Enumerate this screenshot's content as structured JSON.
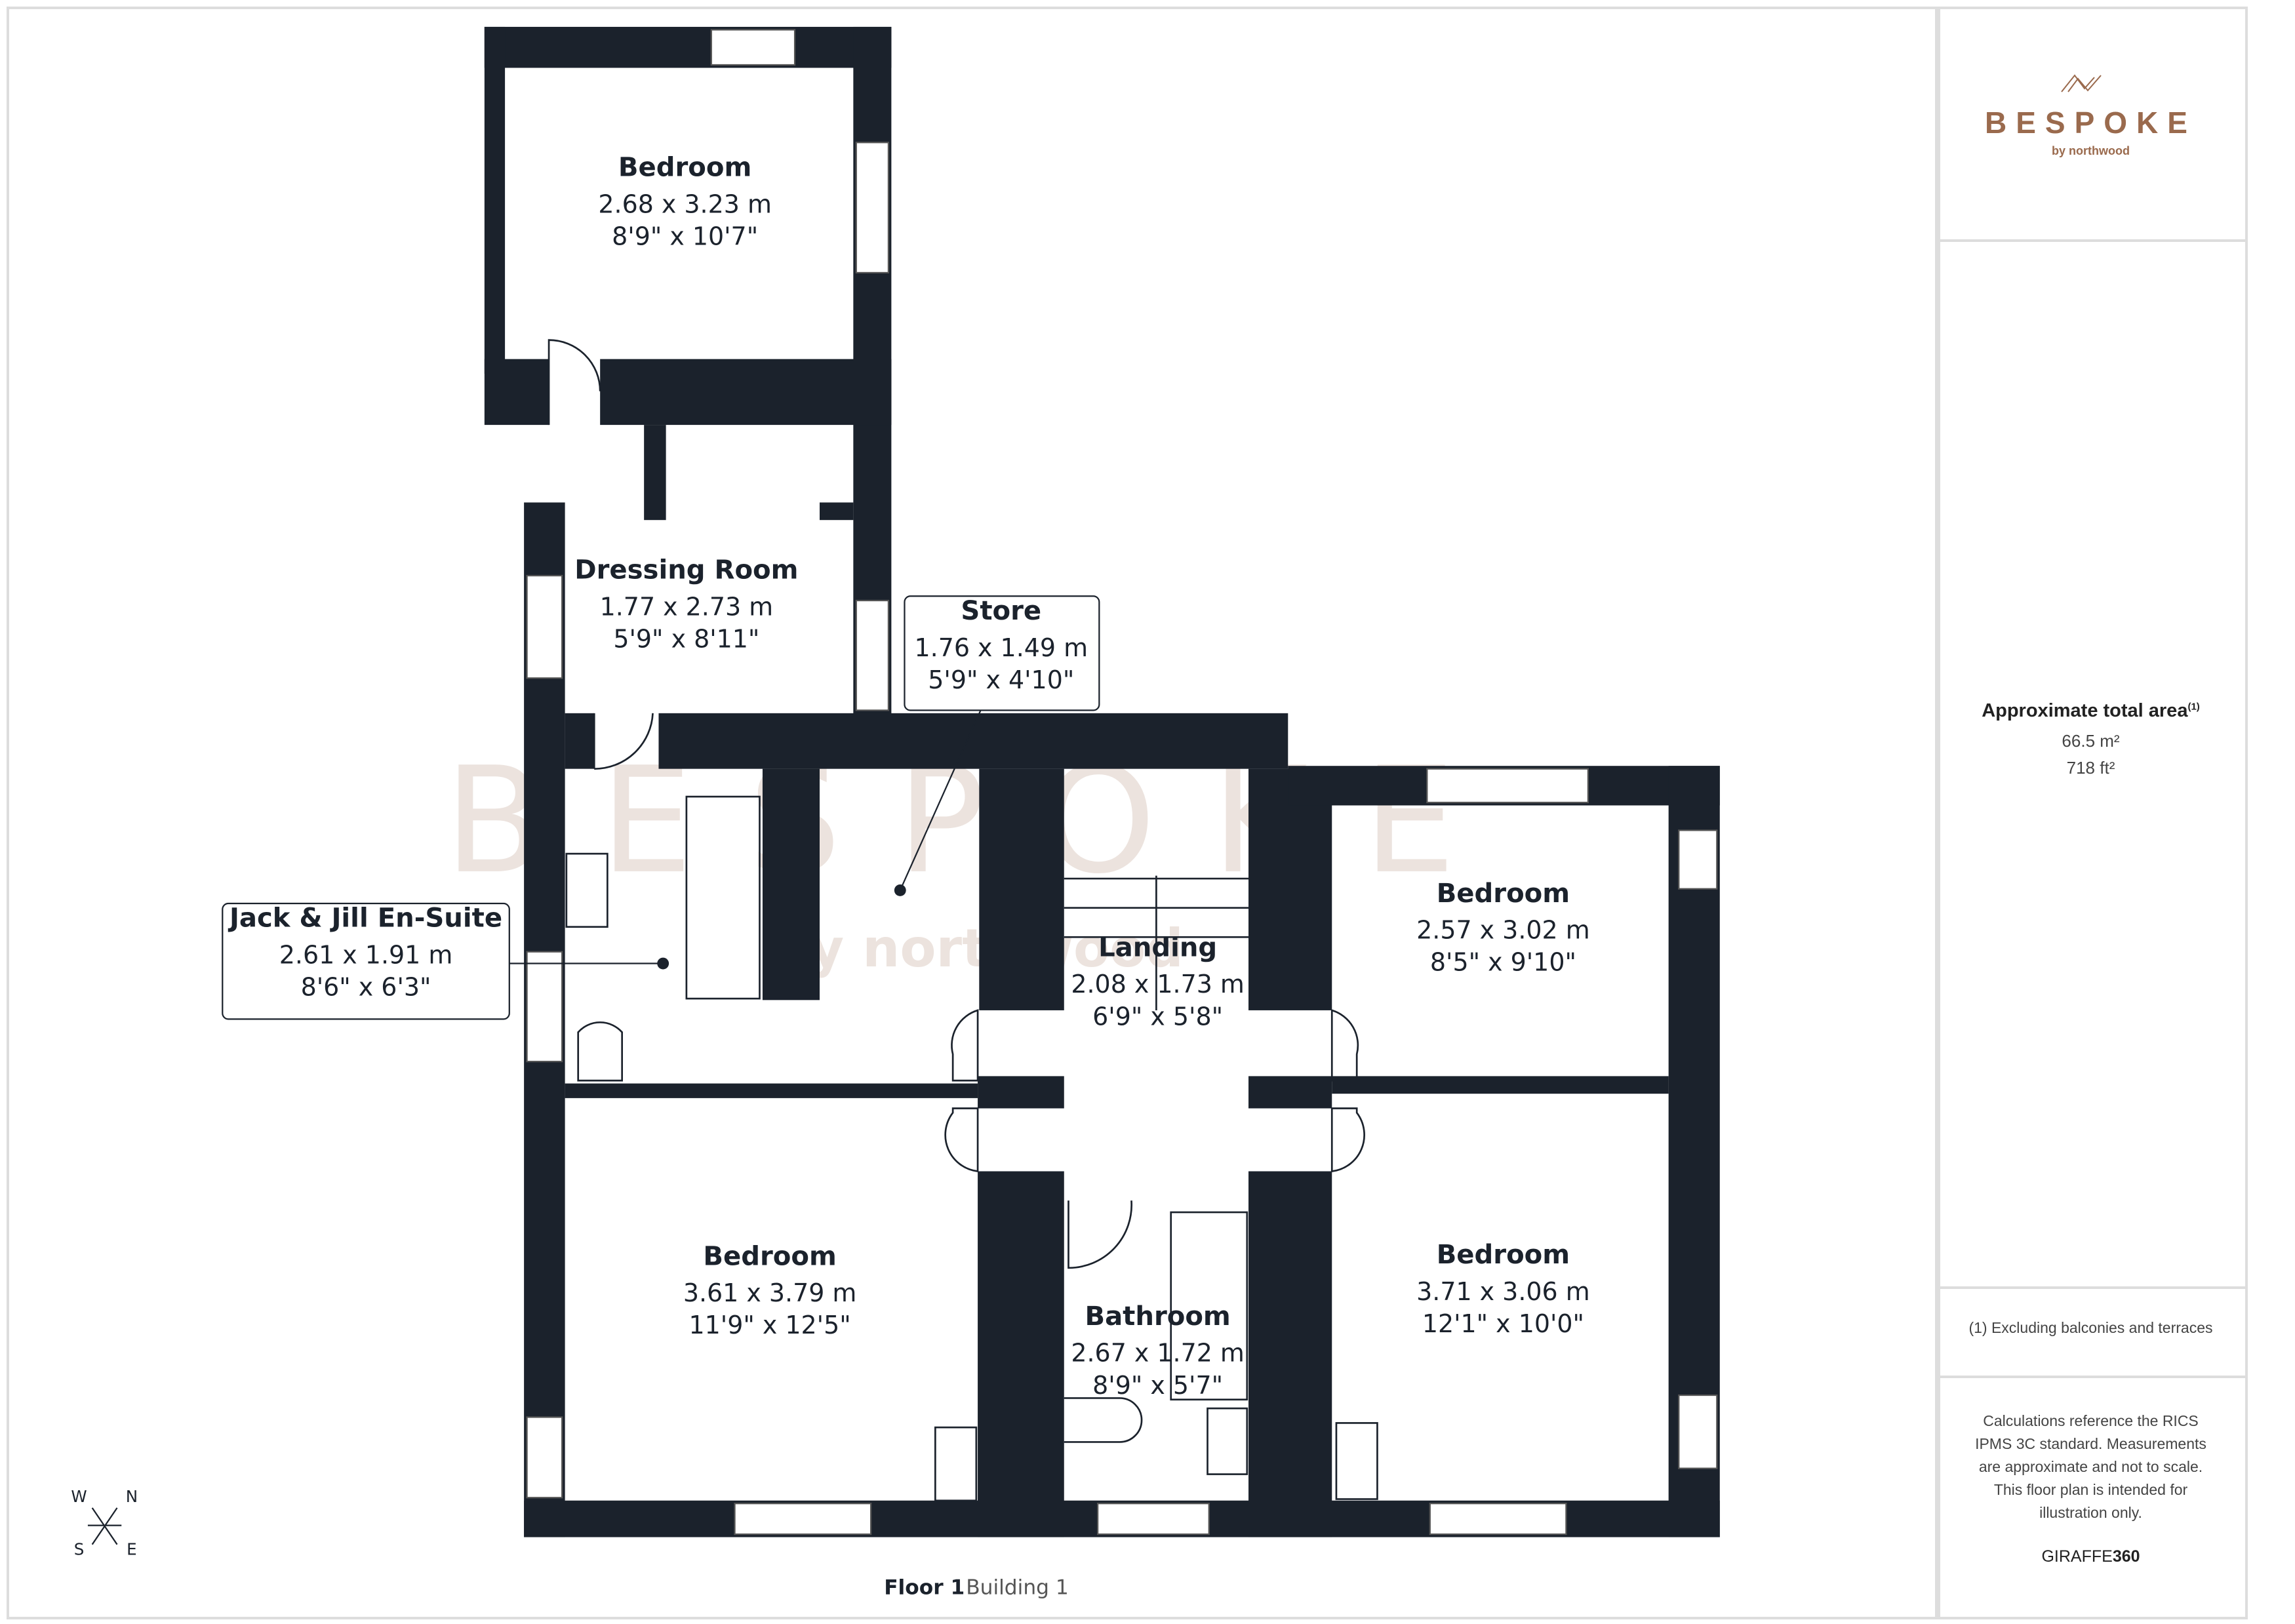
{
  "brand": {
    "name": "BESPOKE",
    "sub": "by northwood",
    "color": "#9a6a4d"
  },
  "area": {
    "label": "Approximate total area",
    "sup": "(1)",
    "sqm": "66.5 m²",
    "sqft": "718 ft²"
  },
  "footnote": "(1) Excluding balconies and terraces",
  "disclaimer": "Calculations reference the RICS IPMS 3C standard. Measurements are approximate and not to scale. This floor plan is intended for illustration only.",
  "credit": {
    "a": "GIRAFFE",
    "b": "360"
  },
  "floor": {
    "level": "Floor 1",
    "building": "Building 1"
  },
  "compass": {
    "w": "W",
    "n": "N",
    "s": "S",
    "e": "E"
  },
  "wall_color": "#1b222c",
  "rooms": [
    {
      "name": "Bedroom",
      "metric": "2.68 x 3.23 m",
      "imperial": "8'9\" x 10'7\""
    },
    {
      "name": "Dressing Room",
      "metric": "1.77 x 2.73 m",
      "imperial": "5'9\" x 8'11\""
    },
    {
      "name": "Store",
      "metric": "1.76 x 1.49 m",
      "imperial": "5'9\" x 4'10\""
    },
    {
      "name": "Jack & Jill En-Suite",
      "metric": "2.61 x 1.91 m",
      "imperial": "8'6\" x 6'3\""
    },
    {
      "name": "Landing",
      "metric": "2.08 x 1.73 m",
      "imperial": "6'9\" x 5'8\""
    },
    {
      "name": "Bedroom",
      "metric": "2.57 x 3.02 m",
      "imperial": "8'5\" x 9'10\""
    },
    {
      "name": "Bedroom",
      "metric": "3.61 x 3.79 m",
      "imperial": "11'9\" x 12'5\""
    },
    {
      "name": "Bathroom",
      "metric": "2.67 x 1.72 m",
      "imperial": "8'9\" x 5'7\""
    },
    {
      "name": "Bedroom",
      "metric": "3.71 x 3.06 m",
      "imperial": "12'1\" x 10'0\""
    }
  ]
}
